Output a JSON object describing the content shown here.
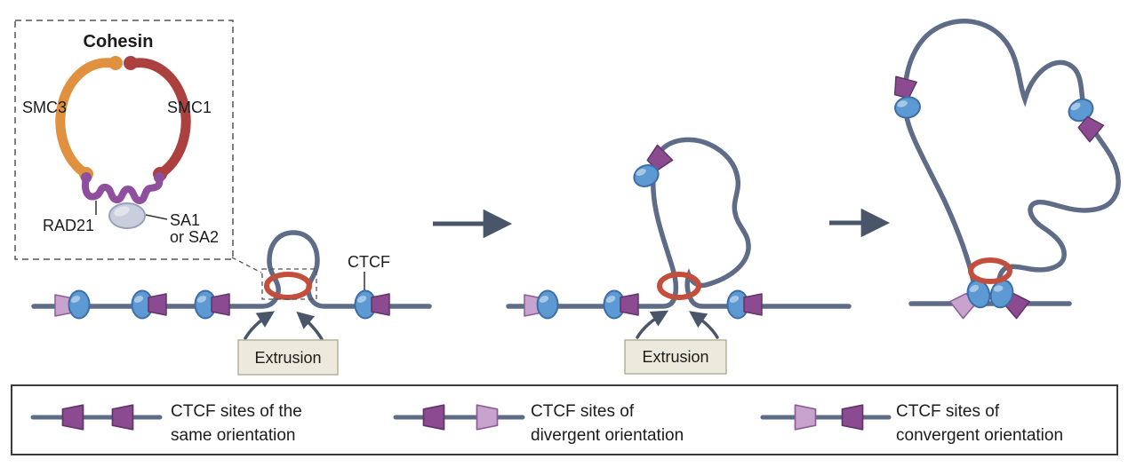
{
  "figure": {
    "inset": {
      "title": "Cohesin",
      "smc3_label": "SMC3",
      "smc1_label": "SMC1",
      "rad21_label": "RAD21",
      "sa_label_line1": "SA1",
      "sa_label_line2": "or SA2"
    },
    "panel1": {
      "ctcf_label": "CTCF",
      "extrusion_label": "Extrusion"
    },
    "panel2": {
      "extrusion_label": "Extrusion"
    },
    "legend": {
      "items": [
        {
          "line1": "CTCF sites of the",
          "line2": "same orientation"
        },
        {
          "line1": "CTCF sites of",
          "line2": "divergent orientation"
        },
        {
          "line1": "CTCF sites of",
          "line2": "convergent orientation"
        }
      ]
    }
  },
  "colors": {
    "strand": "#5e6c88",
    "ctcf_oval": "#5d99d2",
    "ctcf_oval_border": "#3e6ea7",
    "arrow_dark": "#8c4b90",
    "arrow_dark_border": "#5f3668",
    "arrow_light": "#c7a3cd",
    "arrow_light_border": "#8e5d98",
    "ring_red": "#c44e3c",
    "smc3_orange": "#e0913f",
    "smc1_red": "#ac403e",
    "rad21_purple": "#8f4e9e",
    "sa_gray": "#c9cede",
    "sa_gray_border": "#99a1ba",
    "box_bg": "#edeadd",
    "box_border": "#b4b29a",
    "arrow_slate": "#49566a",
    "text": "#1c1c1c",
    "legend_border": "#3c3c3c",
    "dashed": "#555555"
  }
}
